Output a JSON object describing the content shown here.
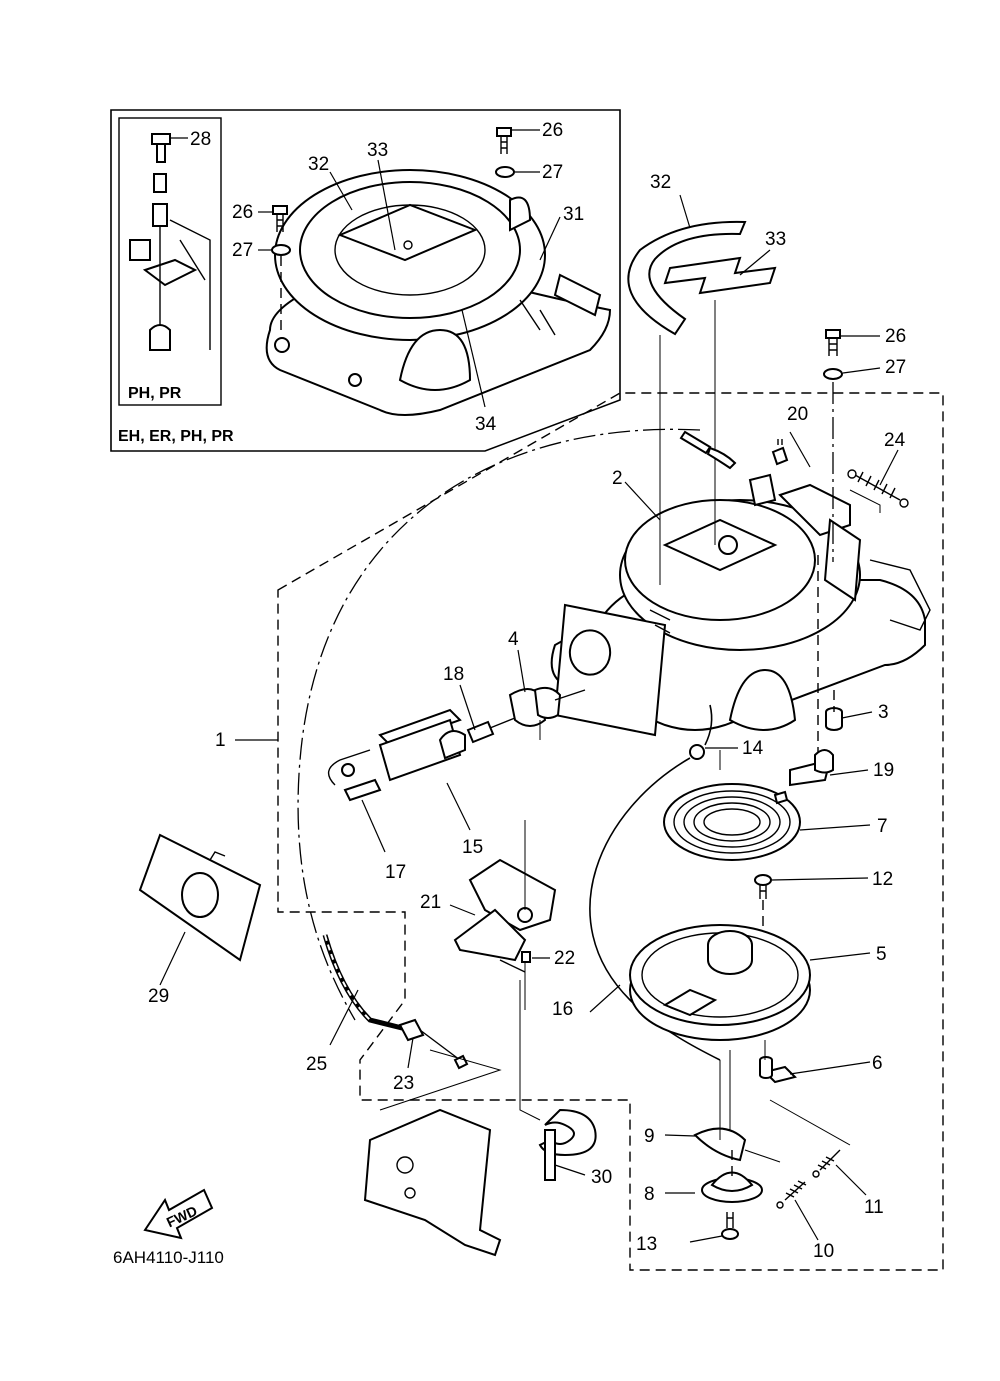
{
  "diagram_code": "6AH4110-J110",
  "inset": {
    "outer_models": "EH, ER, PH, PR",
    "inner_models": "PH, PR"
  },
  "direction_arrow": "FWD",
  "callouts": [
    "1",
    "2",
    "3",
    "4",
    "5",
    "6",
    "7",
    "8",
    "9",
    "10",
    "11",
    "12",
    "13",
    "14",
    "15",
    "16",
    "17",
    "18",
    "19",
    "20",
    "21",
    "22",
    "23",
    "24",
    "25",
    "26",
    "27",
    "28",
    "29",
    "30",
    "31",
    "32",
    "33",
    "34"
  ],
  "inset_callouts": [
    "28",
    "26",
    "27",
    "26",
    "27",
    "32",
    "33",
    "31",
    "34"
  ],
  "main_extra_callouts": [
    "32",
    "33",
    "26",
    "27"
  ]
}
